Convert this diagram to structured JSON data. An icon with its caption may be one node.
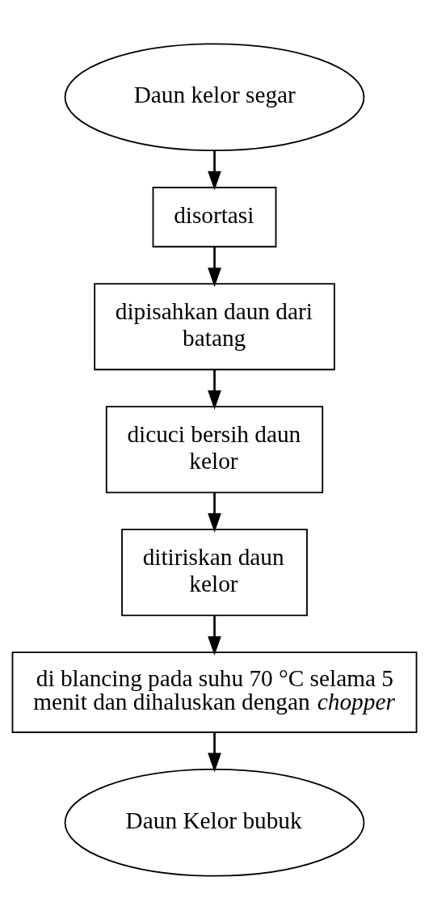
{
  "diagram": {
    "nodes": [
      {
        "text": [
          "Daun kelor segar"
        ]
      },
      {
        "text": [
          "disortasi"
        ]
      },
      {
        "text": [
          "dipisahkan daun dari batang"
        ]
      },
      {
        "text": [
          "dicuci bersih daun kelor"
        ]
      },
      {
        "text": [
          "ditiriskan daun kelor"
        ]
      },
      {
        "text": [
          "di blancing pada suhu 70 °C selama 5 menit dan dihaluskan dengan *chopper*"
        ]
      },
      {
        "text": [
          "Daun Kelor bubuk"
        ]
      }
    ],
    "edges": [
      {
        "from": 0,
        "to": 1,
        "arrow": "to"
      },
      {
        "from": 1,
        "to": 2,
        "arrow": "to"
      },
      {
        "from": 2,
        "to": 3,
        "arrow": "to"
      },
      {
        "from": 3,
        "to": 4,
        "arrow": "to"
      },
      {
        "from": 4,
        "to": 5,
        "arrow": "to"
      },
      {
        "from": 5,
        "to": 6,
        "arrow": "to"
      }
    ]
  }
}
